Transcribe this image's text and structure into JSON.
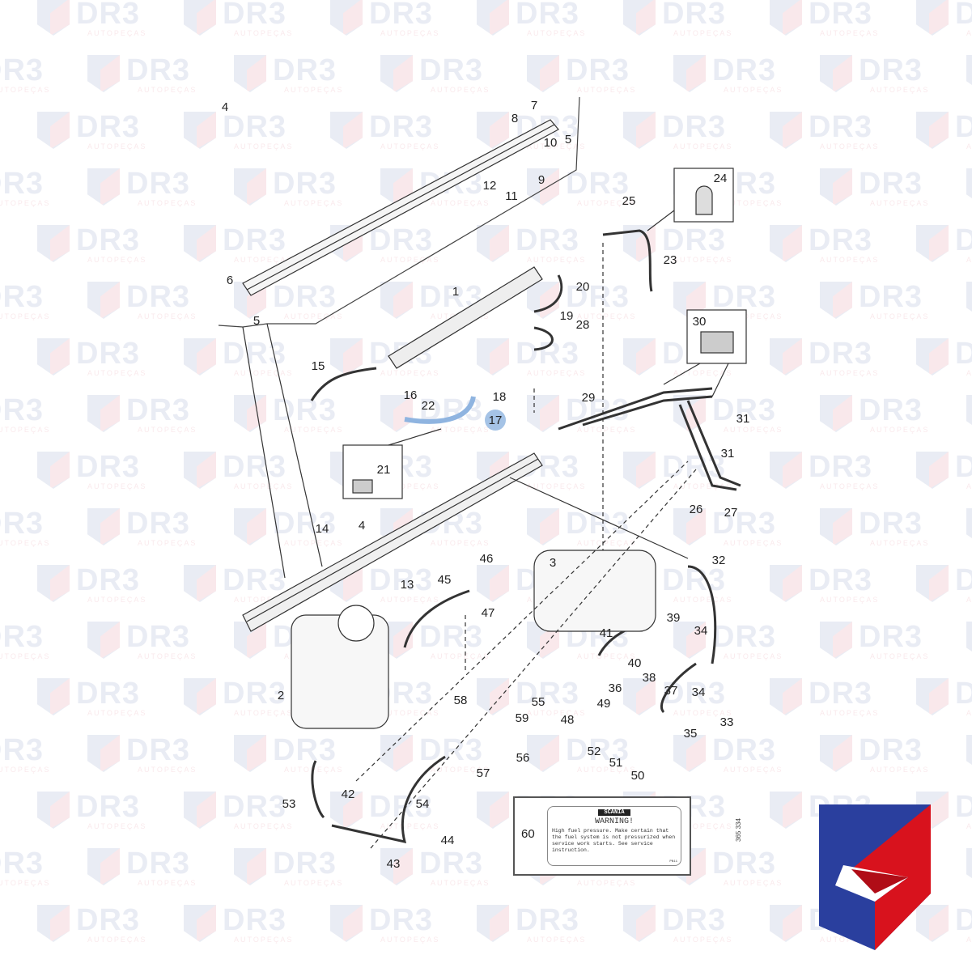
{
  "watermark": {
    "brand": "DR3",
    "tagline": "AUTOPEÇAS"
  },
  "diagram": {
    "callouts": [
      "4",
      "7",
      "8",
      "5",
      "10",
      "12",
      "11",
      "9",
      "24",
      "25",
      "23",
      "1",
      "20",
      "19",
      "28",
      "30",
      "6",
      "5",
      "15",
      "16",
      "18",
      "22",
      "17",
      "29",
      "31",
      "31",
      "21",
      "26",
      "27",
      "14",
      "4",
      "32",
      "3",
      "46",
      "45",
      "13",
      "47",
      "39",
      "34",
      "41",
      "40",
      "38",
      "36",
      "37",
      "34",
      "2",
      "58",
      "55",
      "49",
      "59",
      "48",
      "35",
      "33",
      "52",
      "51",
      "56",
      "50",
      "57",
      "42",
      "54",
      "53",
      "44",
      "43"
    ],
    "highlighted_callout": "17",
    "highlight_color": "#8fb4e0",
    "reference_number": "365 334"
  },
  "warning_label": {
    "callout": "60",
    "brand": "SCANIA",
    "title": "WARNING!",
    "text": "High fuel pressure. Make certain that the fuel system is not pressurized when service work starts. See service instruction.",
    "code": "PN11"
  },
  "logo": {
    "colors": {
      "blue": "#2a3f9e",
      "red": "#d8121d",
      "white": "#ffffff"
    }
  }
}
